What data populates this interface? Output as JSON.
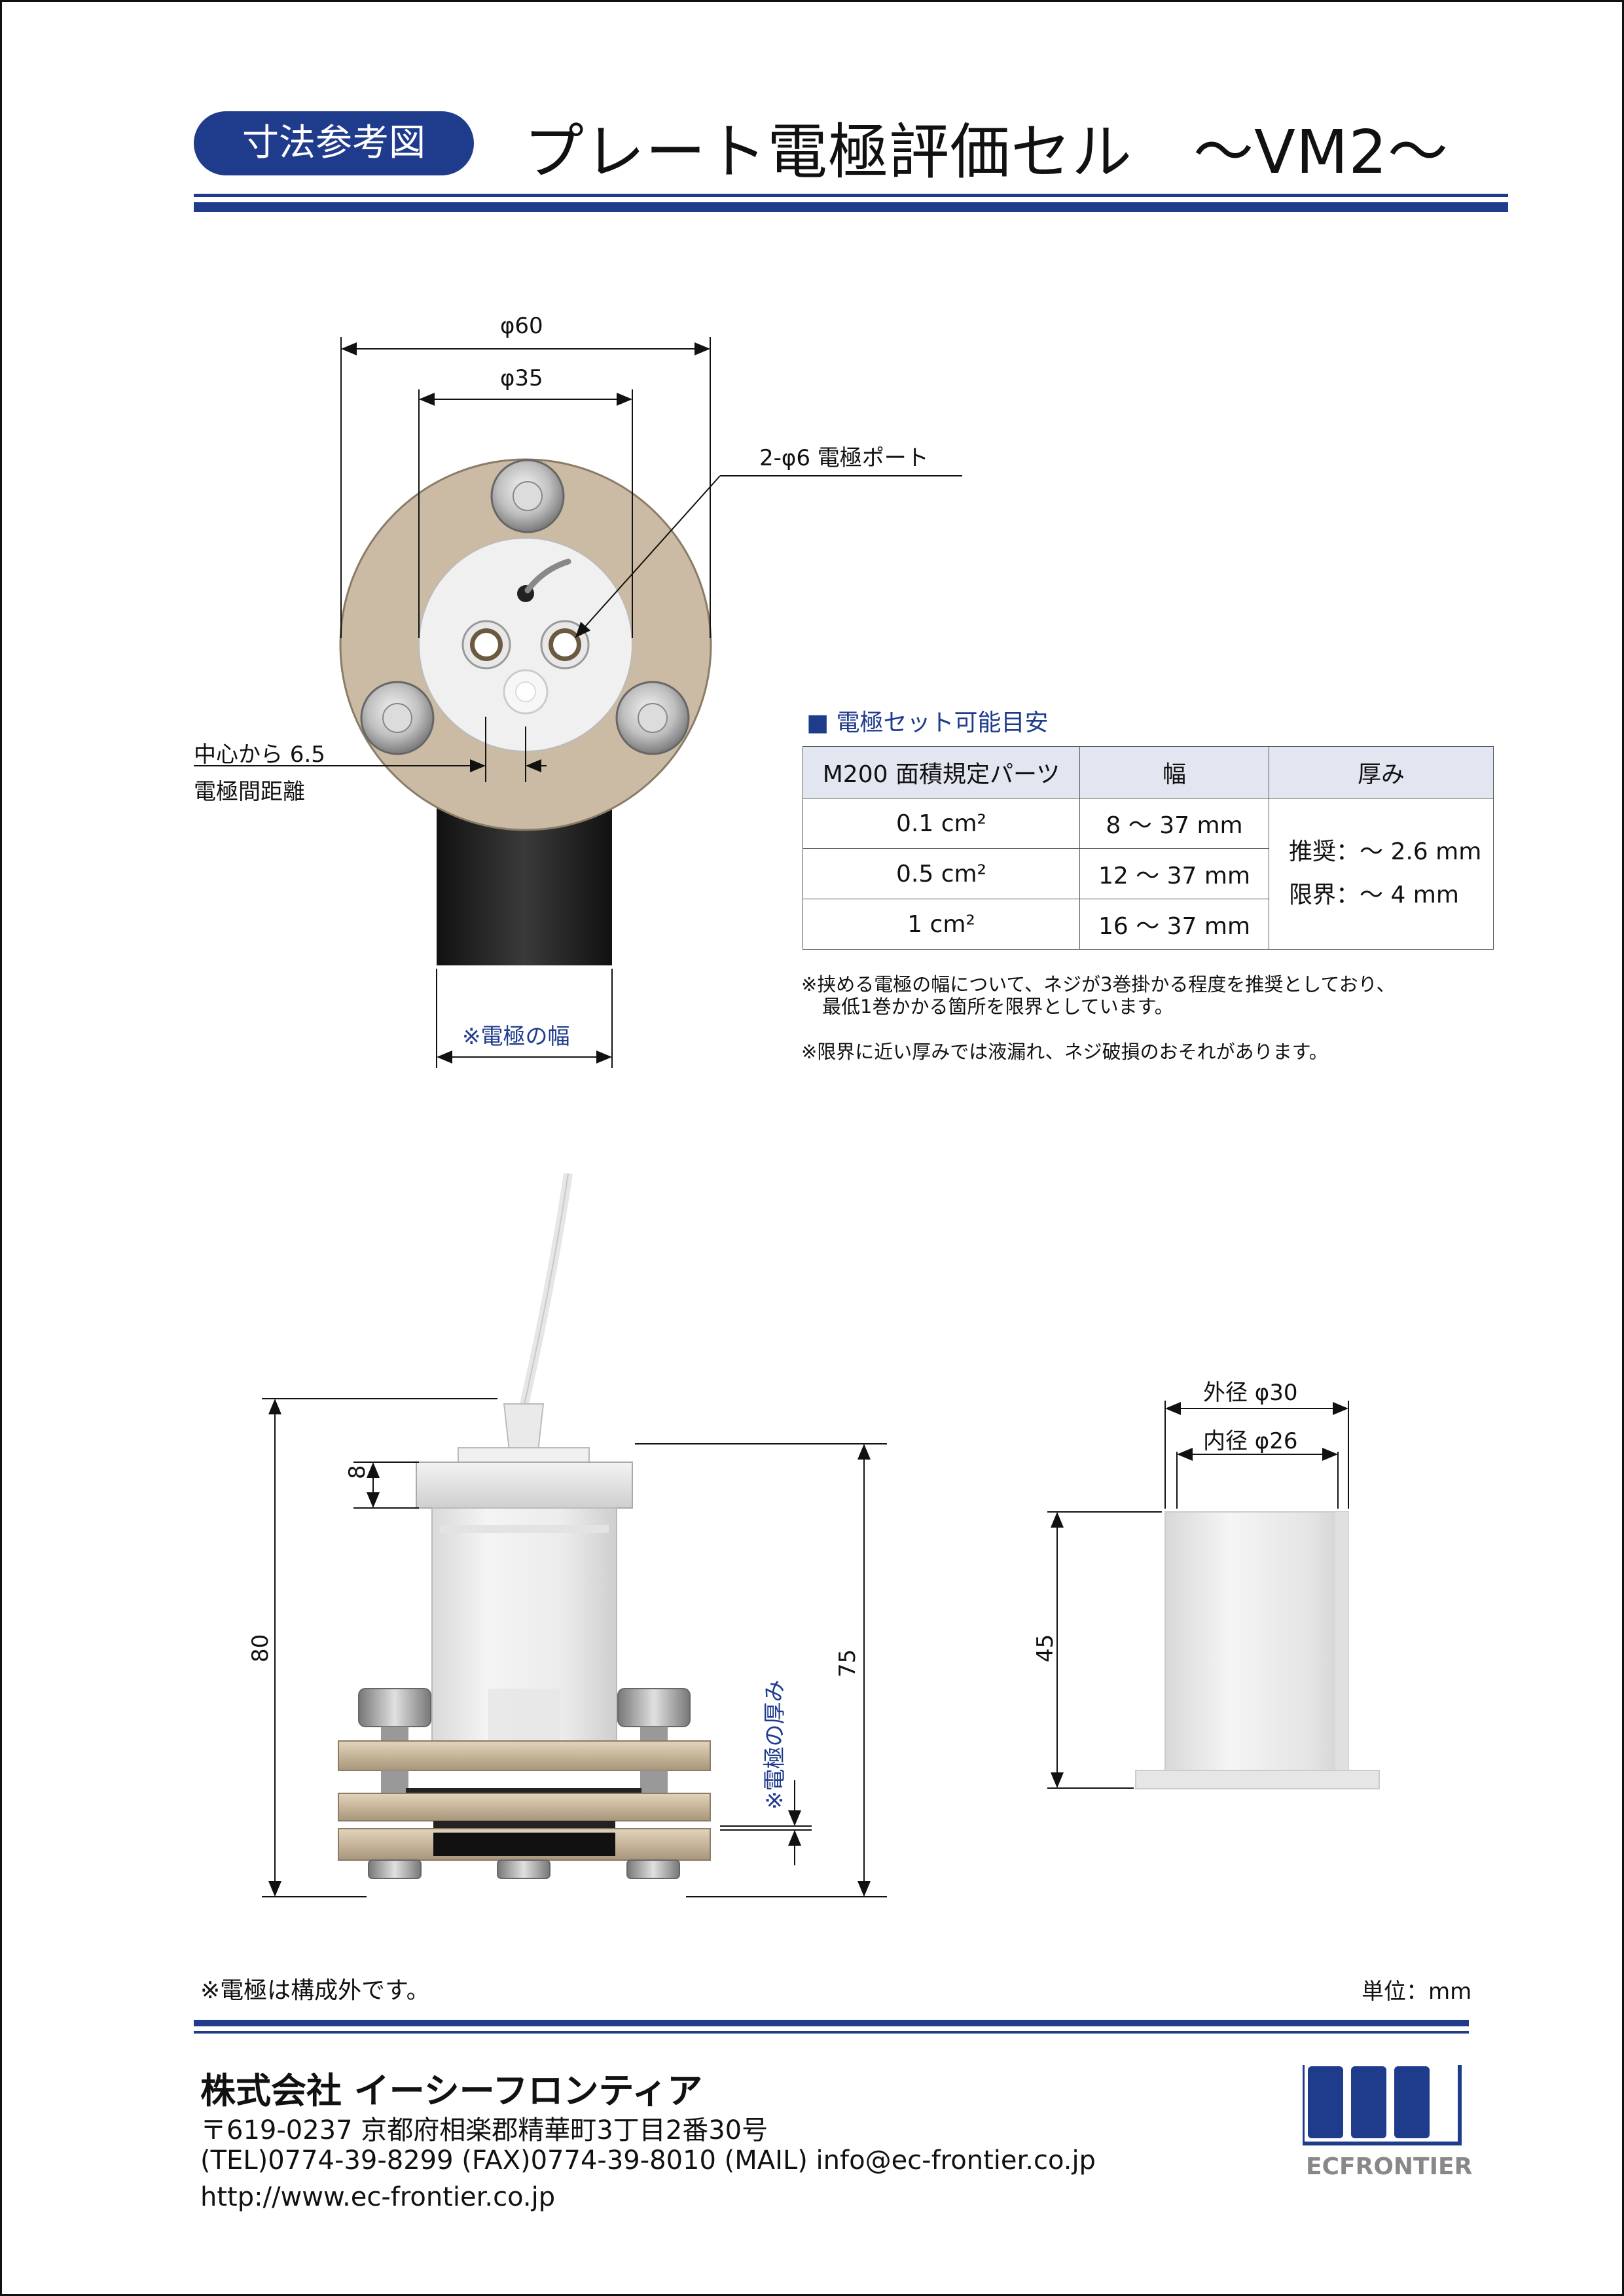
{
  "header": {
    "badge": "寸法参考図",
    "title": "プレート電極評価セル　～VM2～"
  },
  "top_view": {
    "dim_outer": "φ60",
    "dim_inner": "φ35",
    "port_label": "2-φ6 電極ポート",
    "center_label_1": "中心から 6.5",
    "center_label_2": "電極間距離",
    "electrode_width": "※電極の幅"
  },
  "spec": {
    "heading": "■ 電極セット可能目安",
    "columns": [
      "M200 面積規定パーツ",
      "幅",
      "厚み"
    ],
    "rows": [
      {
        "area": "0.1 cm²",
        "width": "8 ～ 37 mm"
      },
      {
        "area": "0.5 cm²",
        "width": "12 ～ 37 mm"
      },
      {
        "area": "1 cm²",
        "width": "16 ～ 37 mm"
      }
    ],
    "thickness_1": "推奨：～ 2.6 mm",
    "thickness_2": "限界：～ 4 mm",
    "note_1a": "※挟める電極の幅について、ネジが3巻掛かる程度を推奨としており、",
    "note_1b": "最低1巻かかる箇所を限界としています。",
    "note_2": "※限界に近い厚みでは液漏れ、ネジ破損のおそれがあります。"
  },
  "side_view": {
    "dim_8": "8",
    "dim_80": "80",
    "dim_75": "75",
    "thickness_label": "※電極の厚み"
  },
  "cylinder": {
    "outer": "外径 φ30",
    "inner": "内径 φ26",
    "height": "45"
  },
  "bottom": {
    "note": "※電極は構成外です。",
    "unit": "単位：mm"
  },
  "footer": {
    "company": "株式会社 イーシーフロンティア",
    "address": "〒619-0237 京都府相楽郡精華町3丁目2番30号",
    "contact": "(TEL)0774-39-8299   (FAX)0774-39-8010  (MAIL) info@ec-frontier.co.jp",
    "url": "http://www.ec-frontier.co.jp",
    "logo_text": "ECFRONTIER"
  }
}
